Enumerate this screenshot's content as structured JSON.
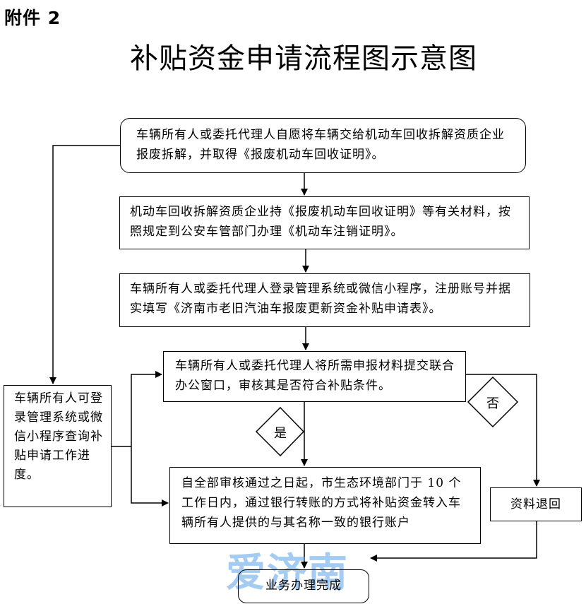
{
  "attachment_label": "附件 2",
  "title": "补贴资金申请流程图示意图",
  "steps": [
    "车辆所有人或委托代理人自愿将车辆交给机动车回收拆解资质企业报废拆解，并取得《报废机动车回收证明》。",
    "机动车回收拆解资质企业持《报废机动车回收证明》等有关材料，按照规定到公安车管部门办理《机动车注销证明》。",
    "车辆所有人或委托代理人登录管理系统或微信小程序，注册账号并据实填写《济南市老旧汽油车报废更新资金补贴申请表》。",
    "车辆所有人或委托代理人将所需申报材料提交联合办公窗口，审核其是否符合补贴条件。",
    "自全部审核通过之日起，市生态环境部门于 10 个工作日内，通过银行转账的方式将补贴资金转入车辆所有人提供的与其名称一致的银行账户"
  ],
  "side_query": "车辆所有人可登录管理系统或微信小程序查询补贴申请工作进度。",
  "reject_box": "资料退回",
  "complete_box": "业务办理完成",
  "decision_yes": "是",
  "decision_no": "否",
  "watermark": "爱济南",
  "colors": {
    "line": "#000000",
    "watermark": "#5aa0e6"
  }
}
